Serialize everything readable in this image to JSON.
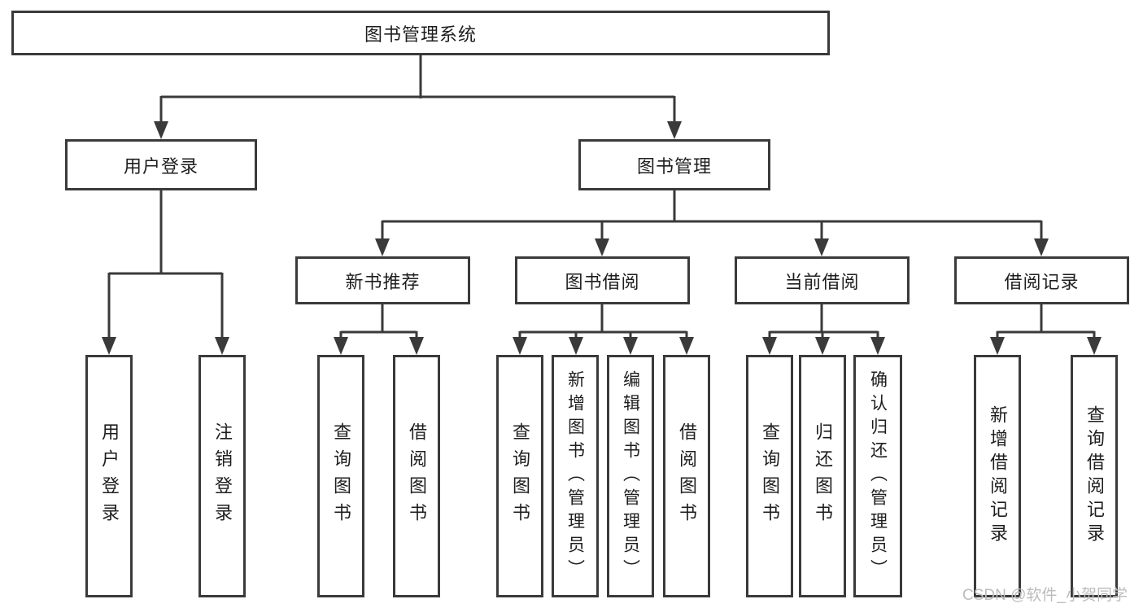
{
  "tree": {
    "root": {
      "label": "图书管理系统"
    },
    "branches": [
      {
        "id": "user-login",
        "label": "用户登录"
      },
      {
        "id": "book-management",
        "label": "图书管理"
      }
    ],
    "modules": [
      {
        "id": "new-book-recommend",
        "parent": "book-management",
        "label": "新书推荐"
      },
      {
        "id": "book-borrowing",
        "parent": "book-management",
        "label": "图书借阅"
      },
      {
        "id": "current-borrowing",
        "parent": "book-management",
        "label": "当前借阅"
      },
      {
        "id": "borrowing-records",
        "parent": "book-management",
        "label": "借阅记录"
      }
    ],
    "leaves": [
      {
        "parent": "user-login",
        "label": "用户登录"
      },
      {
        "parent": "user-login",
        "label": "注销登录"
      },
      {
        "parent": "new-book-recommend",
        "label": "查询图书"
      },
      {
        "parent": "new-book-recommend",
        "label": "借阅图书"
      },
      {
        "parent": "book-borrowing",
        "label": "查询图书"
      },
      {
        "parent": "book-borrowing",
        "label": "新增图书（管理员）"
      },
      {
        "parent": "book-borrowing",
        "label": "编辑图书（管理员）"
      },
      {
        "parent": "book-borrowing",
        "label": "借阅图书"
      },
      {
        "parent": "current-borrowing",
        "label": "查询图书"
      },
      {
        "parent": "current-borrowing",
        "label": "归还图书"
      },
      {
        "parent": "current-borrowing",
        "label": "确认归还（管理员）"
      },
      {
        "parent": "borrowing-records",
        "label": "新增借阅记录"
      },
      {
        "parent": "borrowing-records",
        "label": "查询借阅记录"
      }
    ]
  },
  "watermark": {
    "text": "CSDN @软件_小贺同学"
  },
  "colors": {
    "line": "#3a3a3a",
    "text": "#1e1e1e",
    "background": "#ffffff",
    "watermark": "#bcbcbc"
  }
}
